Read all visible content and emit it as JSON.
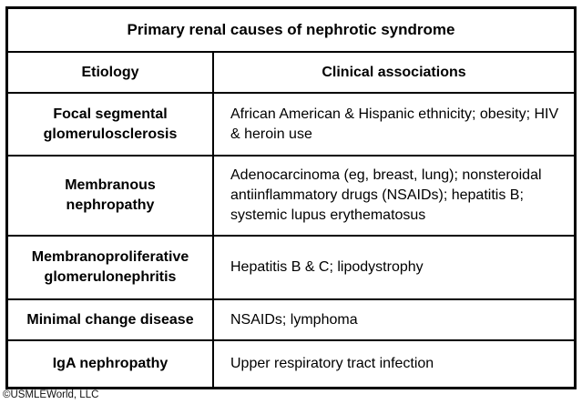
{
  "table": {
    "title": "Primary renal causes of nephrotic syndrome",
    "columns": [
      "Etiology",
      "Clinical associations"
    ],
    "rows": [
      {
        "etiology": "Focal segmental glomerulosclerosis",
        "associations": "African American & Hispanic ethnicity; obesity; HIV & heroin use"
      },
      {
        "etiology": "Membranous nephropathy",
        "associations": "Adenocarcinoma (eg, breast, lung); nonsteroidal antiinflammatory drugs (NSAIDs); hepatitis B; systemic lupus erythematosus"
      },
      {
        "etiology": "Membranoproliferative glomerulonephritis",
        "associations": "Hepatitis B & C; lipodystrophy"
      },
      {
        "etiology": "Minimal change disease",
        "associations": "NSAIDs; lymphoma"
      },
      {
        "etiology": "IgA nephropathy",
        "associations": "Upper respiratory tract infection"
      }
    ]
  },
  "footer": {
    "copyright": "©USMLEWorld, LLC"
  },
  "colors": {
    "border": "#000000",
    "text": "#000000",
    "background": "#ffffff"
  }
}
